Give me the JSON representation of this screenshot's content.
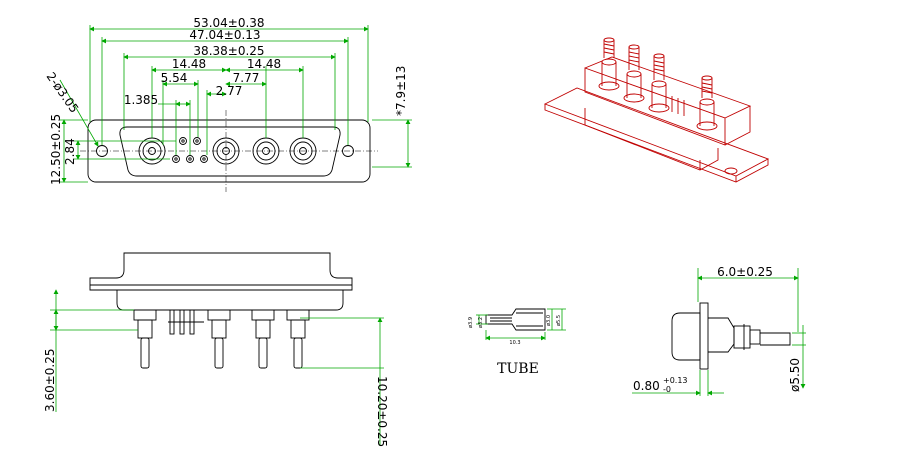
{
  "front_view": {
    "dims": {
      "overall_width": "53.04±0.38",
      "mount_hole_spacing": "47.04±0.13",
      "shell_width": "38.38±0.25",
      "pitch_left": "14.48",
      "pitch_right": "14.48",
      "signal_span": "5.54",
      "coax_offset": "7.77",
      "signal_offset": "2.77",
      "signal_pitch": "1.385",
      "hole_dia": "2-ø3.05",
      "height": "12.50±0.25",
      "row_offset": "2.84",
      "depth": "*7.9±13"
    }
  },
  "side_view": {
    "dims": {
      "pin_length": "3.60±0.25",
      "total_length": "10.20±0.25"
    }
  },
  "tube_detail": {
    "label": "TUBE",
    "dims": {
      "d1": "ø3.9",
      "d2": "ø3.2",
      "length": "10.3",
      "d3": "ø3.0",
      "d4": "ø5.5"
    }
  },
  "end_view": {
    "dims": {
      "flange_width": "6.0±0.25",
      "collar_dia": "ø5.50",
      "flange_thk_base": "0.80",
      "flange_thk_upper": "+0.13",
      "flange_thk_lower": "-0"
    }
  },
  "colors": {
    "dimension": "#00a800",
    "outline": "#000000",
    "iso_view": "#c00000"
  }
}
